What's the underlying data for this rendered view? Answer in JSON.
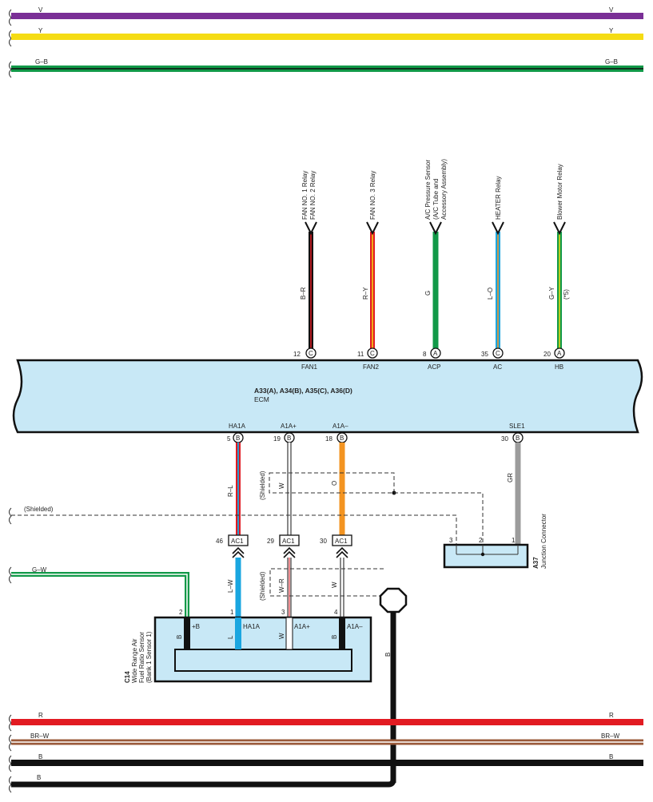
{
  "colors": {
    "violet": "#7a2f96",
    "yellow": "#f5dc14",
    "green": "#119948",
    "red": "#e21b22",
    "brown": "#9a5a3a",
    "black": "#111111",
    "blue": "#1aa6e0",
    "orange": "#f39421",
    "gray": "#9c9c9c",
    "ecm_fill": "#c8e8f6"
  },
  "top_wires": {
    "v": "V",
    "y": "Y",
    "gb": "G–B"
  },
  "bottom_wires": {
    "r": "R",
    "brw": "BR–W",
    "b1": "B",
    "b2": "B"
  },
  "destinations": {
    "fan1_line1": "FAN NO. 1 Relay",
    "fan1_line2": "FAN NO. 2 Relay",
    "fan2": "FAN NO. 3 Relay",
    "acp_line1": "A/C Pressure Sensor",
    "acp_line2": "(A/C Tube and",
    "acp_line3": "Accessory Assembly)",
    "ac": "HEATER Relay",
    "hb": "Blower Motor Relay",
    "hb_note": "(*5)"
  },
  "upper_wire_colors": {
    "fan1": "B–R",
    "fan2": "R–Y",
    "acp": "G",
    "ac": "L–O",
    "hb": "G–Y"
  },
  "ecm": {
    "connectors": "A33(A), A34(B), A35(C), A36(D)",
    "name": "ECM",
    "top_pins": [
      {
        "num": "12",
        "conn": "C",
        "label": "FAN1"
      },
      {
        "num": "11",
        "conn": "C",
        "label": "FAN2"
      },
      {
        "num": "8",
        "conn": "A",
        "label": "ACP"
      },
      {
        "num": "35",
        "conn": "C",
        "label": "AC"
      },
      {
        "num": "20",
        "conn": "A",
        "label": "HB"
      }
    ],
    "bottom_pins": [
      {
        "num": "5",
        "conn": "B",
        "label": "HA1A"
      },
      {
        "num": "19",
        "conn": "B",
        "label": "A1A+"
      },
      {
        "num": "18",
        "conn": "B",
        "label": "A1A–"
      },
      {
        "num": "30",
        "conn": "B",
        "label": "SLE1"
      }
    ]
  },
  "middle": {
    "rl": "R–L",
    "w": "W",
    "o": "O",
    "gr": "GR",
    "shielded_a": "(Shielded)",
    "shielded_left": "(Shielded)",
    "shielded_b": "(Shielded)",
    "lw": "L–W",
    "wr": "W–R",
    "w2": "W",
    "gw": "G–W",
    "b_ground": "B"
  },
  "ac1": {
    "label": "AC1",
    "pins": [
      "46",
      "29",
      "30"
    ]
  },
  "junction": {
    "pins": [
      "3",
      "2",
      "1"
    ],
    "id": "A37",
    "name": "Junction Connector"
  },
  "sensor": {
    "id": "C14",
    "line1": "Wide Range Air",
    "line2": "Fuel Ratio Sensor",
    "line3": "(Bank 1 Sensor 1)",
    "pin_nums": [
      "2",
      "1",
      "3",
      "4"
    ],
    "terminals": [
      "+B",
      "HA1A",
      "A1A+",
      "A1A–"
    ],
    "terminal_colors": [
      "B",
      "L",
      "W",
      "B"
    ]
  }
}
